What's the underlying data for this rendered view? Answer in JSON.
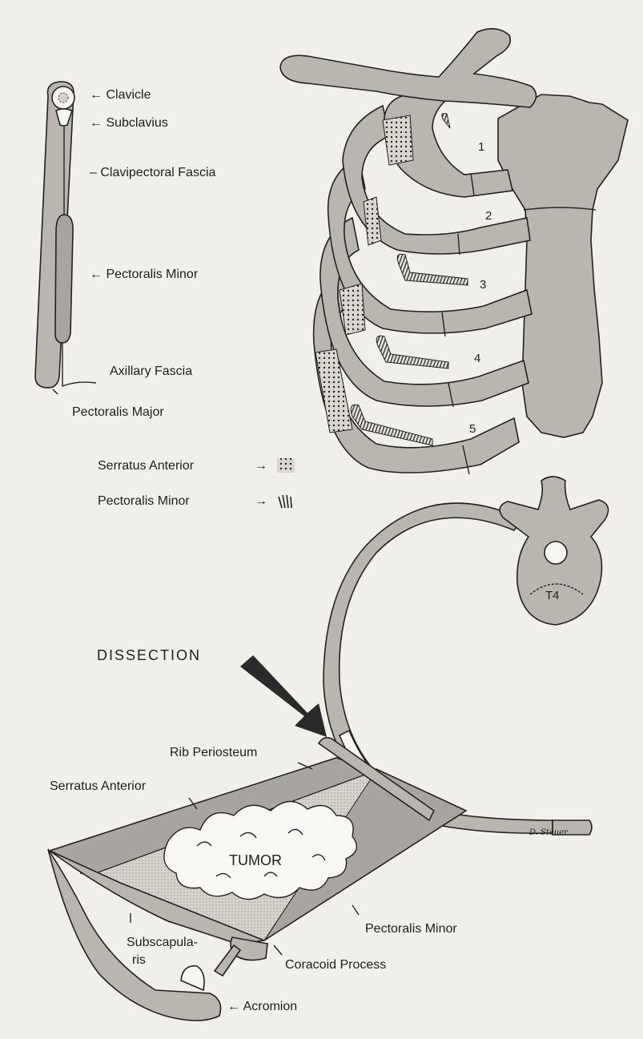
{
  "fascia_labels": {
    "clavicle": "Clavicle",
    "subclavius": "Subclavius",
    "clavipectoral_fascia": "Clavipectoral Fascia",
    "pectoralis_minor": "Pectoralis Minor",
    "axillary_fascia": "Axillary Fascia",
    "pectoralis_major": "Pectoralis Major"
  },
  "legend": {
    "serratus_anterior": "Serratus Anterior",
    "pectoralis_minor": "Pectoralis Minor"
  },
  "rib_numbers": [
    "1",
    "2",
    "3",
    "4",
    "5"
  ],
  "vertebra_label": "T4",
  "dissection_labels": {
    "heading": "DISSECTION",
    "rib_periosteum": "Rib Periosteum",
    "serratus_anterior": "Serratus Anterior",
    "tumor": "TUMOR",
    "pectoralis_minor": "Pectoralis Minor",
    "subscapularis_line1": "Subscapula-",
    "subscapularis_line2": "ris",
    "coracoid_process": "Coracoid Process",
    "acromion": "Acromion"
  },
  "signature": "D. Steuer"
}
